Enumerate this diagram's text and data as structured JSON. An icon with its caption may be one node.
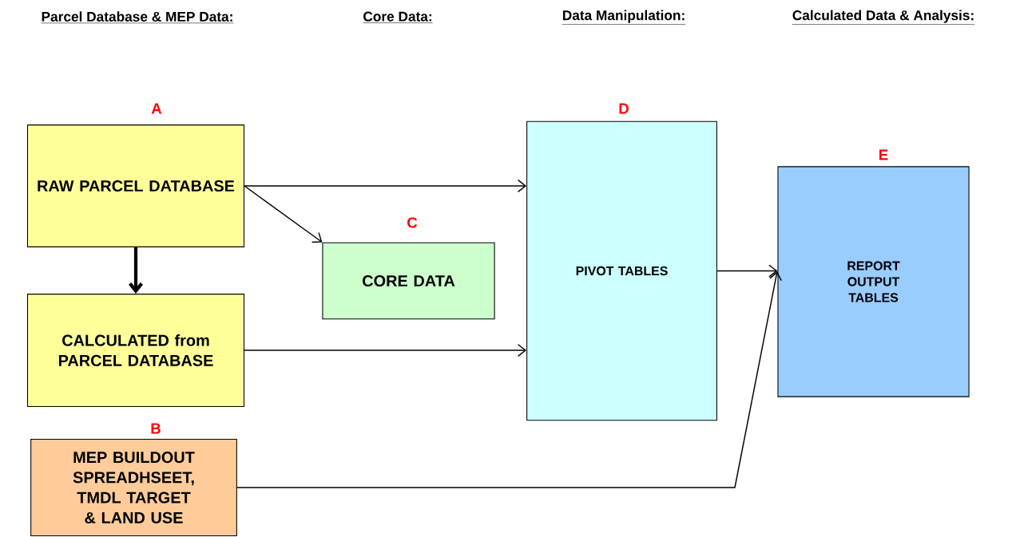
{
  "diagram": {
    "nodes": [
      {
        "text": [
          "RAW PARCEL DATABASE"
        ],
        "beside": [
          "A"
        ]
      },
      {
        "text": [
          "CALCULATED from PARCEL DATABASE"
        ]
      },
      {
        "text": [
          "MEP BUILDOUT SPREADHSEET, TMDL TARGET & LAND USE"
        ],
        "beside": [
          "B"
        ]
      },
      {
        "text": [
          "CORE DATA"
        ],
        "beside": [
          "C"
        ]
      },
      {
        "text": [
          "PIVOT TABLES"
        ],
        "beside": [
          "D"
        ]
      },
      {
        "text": [
          "REPORT OUTPUT TABLES"
        ],
        "beside": [
          "E"
        ]
      }
    ],
    "edges": [
      {
        "from": 0,
        "to": 4,
        "arrow": "to"
      },
      {
        "from": 0,
        "to": 3,
        "arrow": "to"
      },
      {
        "from": 0,
        "to": 1,
        "arrow": "to",
        "style": "thick"
      },
      {
        "from": 1,
        "to": 4,
        "arrow": "to"
      },
      {
        "from": 4,
        "to": 5,
        "arrow": "to"
      },
      {
        "from": 2,
        "to": 5,
        "arrow": "to"
      }
    ],
    "labels": [
      "Parcel Database & MEP Data:",
      "Core Data:",
      "Data Manipulation:",
      "Calculated Data & Analysis:"
    ]
  }
}
